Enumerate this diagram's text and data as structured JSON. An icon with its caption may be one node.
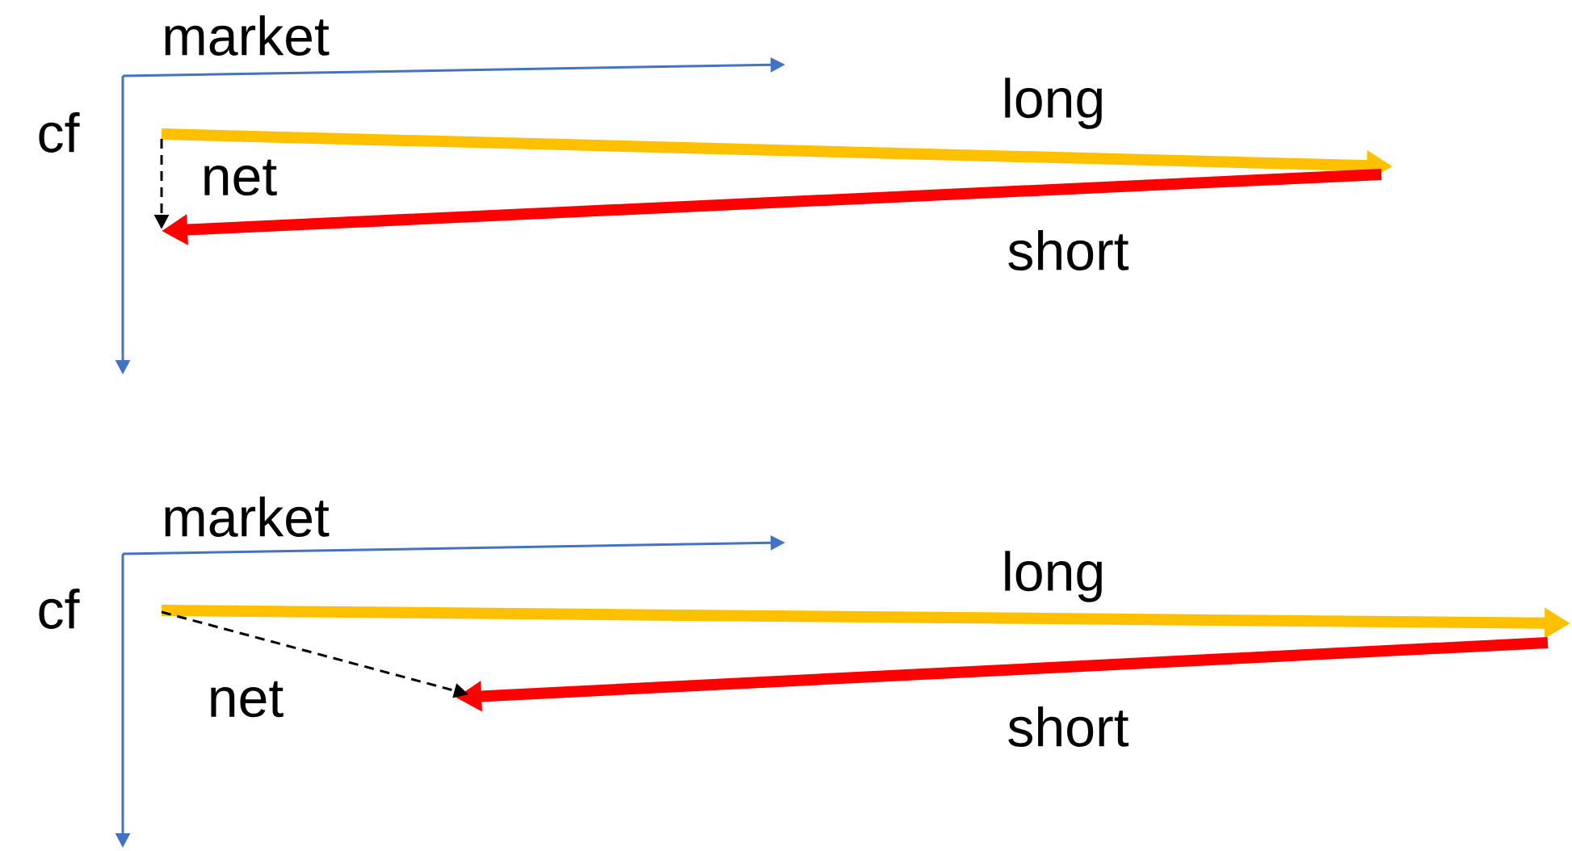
{
  "diagram": {
    "labels": [
      "market",
      "cf",
      "long",
      "net",
      "short",
      "market",
      "cf",
      "long",
      "net",
      "short"
    ]
  }
}
